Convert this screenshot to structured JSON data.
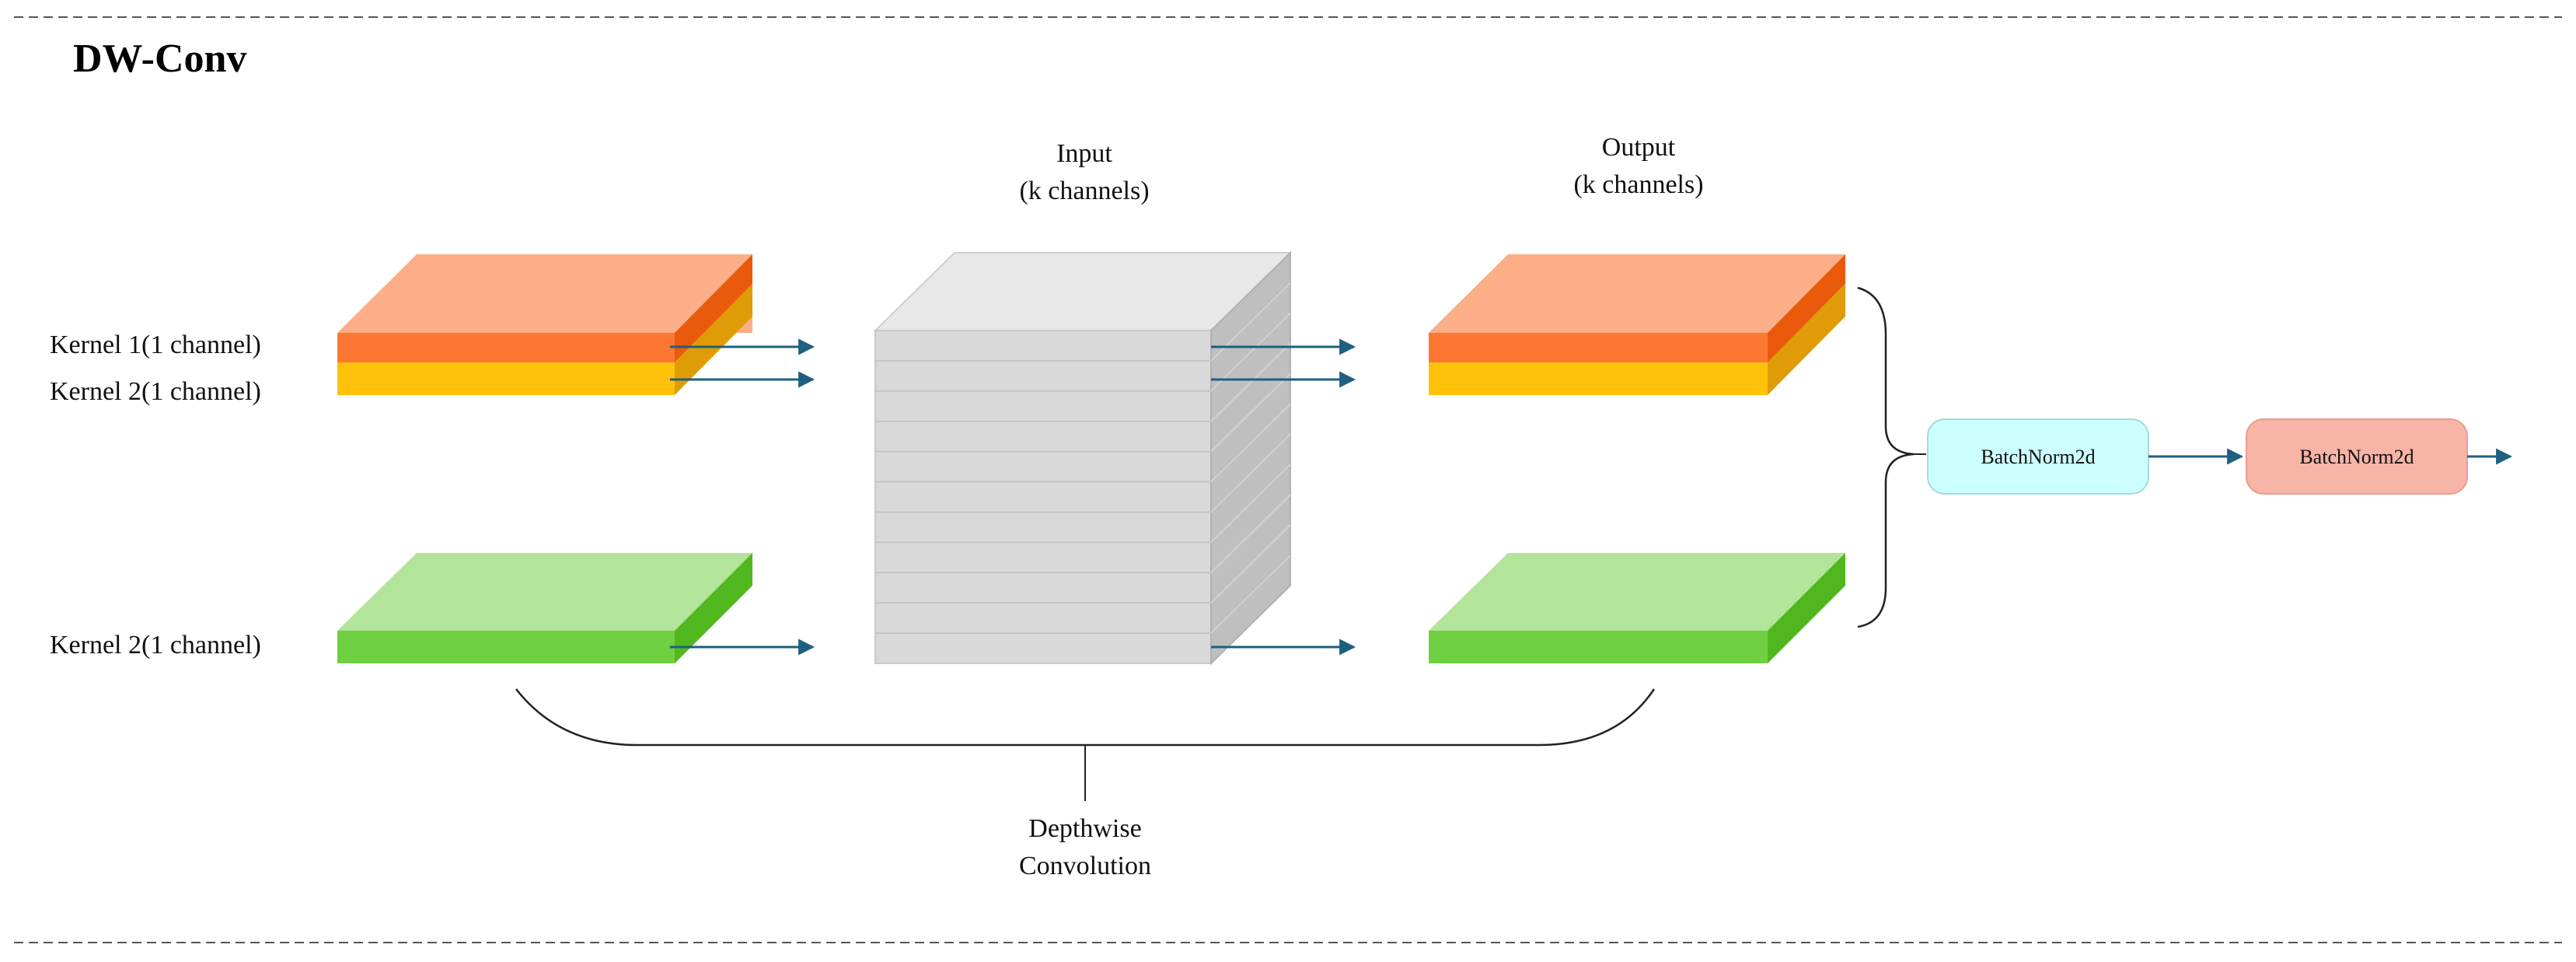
{
  "title": "DW-Conv",
  "kernels": [
    {
      "label": "Kernel 1(1 channel)"
    },
    {
      "label": "Kernel 2(1 channel)"
    },
    {
      "label": "Kernel 2(1 channel)"
    }
  ],
  "input": {
    "line1": "Input",
    "line2": "(k channels)"
  },
  "output": {
    "line1": "Output",
    "line2": "(k channels)"
  },
  "depthwise": {
    "line1": "Depthwise",
    "line2": "Convolution"
  },
  "boxes": [
    {
      "label": "BatchNorm2d",
      "color": "#ccffff"
    },
    {
      "label": "BatchNorm2d",
      "color": "#f8b4a6"
    }
  ],
  "colors": {
    "orange_top": "#fbae88",
    "orange_front": "#fd7733",
    "orange_side": "#ea5a0c",
    "yellow_front": "#fec20a",
    "yellow_side": "#e09c06",
    "green_top": "#b2e59a",
    "green_front": "#6fd042",
    "green_side": "#50b81e",
    "arrow": "#1f5f7f",
    "cube_top": "#e6e6e6",
    "cube_front": "#d6d6d6",
    "cube_side": "#bdbdbd"
  }
}
